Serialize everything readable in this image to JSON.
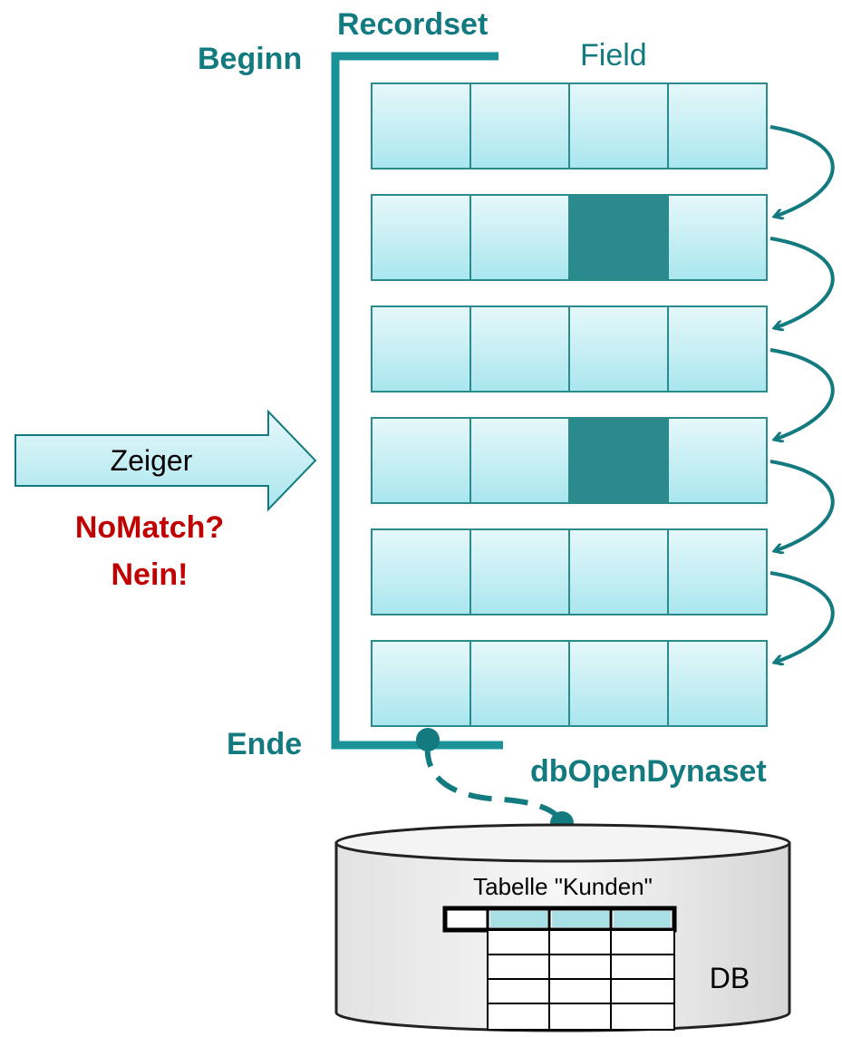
{
  "labels": {
    "recordset": "Recordset",
    "beginn": "Beginn",
    "field": "Field",
    "ende": "Ende",
    "zeiger": "Zeiger",
    "nomatch": "NoMatch?",
    "nein": "Nein!",
    "dbopendynaset": "dbOpenDynaset",
    "tabelle": "Tabelle \"Kunden\"",
    "db": "DB"
  },
  "recordset_grid": {
    "rows": 6,
    "cols": 4,
    "highlighted_cells": [
      [
        1,
        2
      ],
      [
        3,
        2
      ]
    ]
  },
  "colors": {
    "teal": "#137b80",
    "cell_fill_light": "#e6f8fa",
    "cell_fill_dark": "#a9e6ee",
    "highlight": "#2a8a8c",
    "red": "#c00000"
  }
}
